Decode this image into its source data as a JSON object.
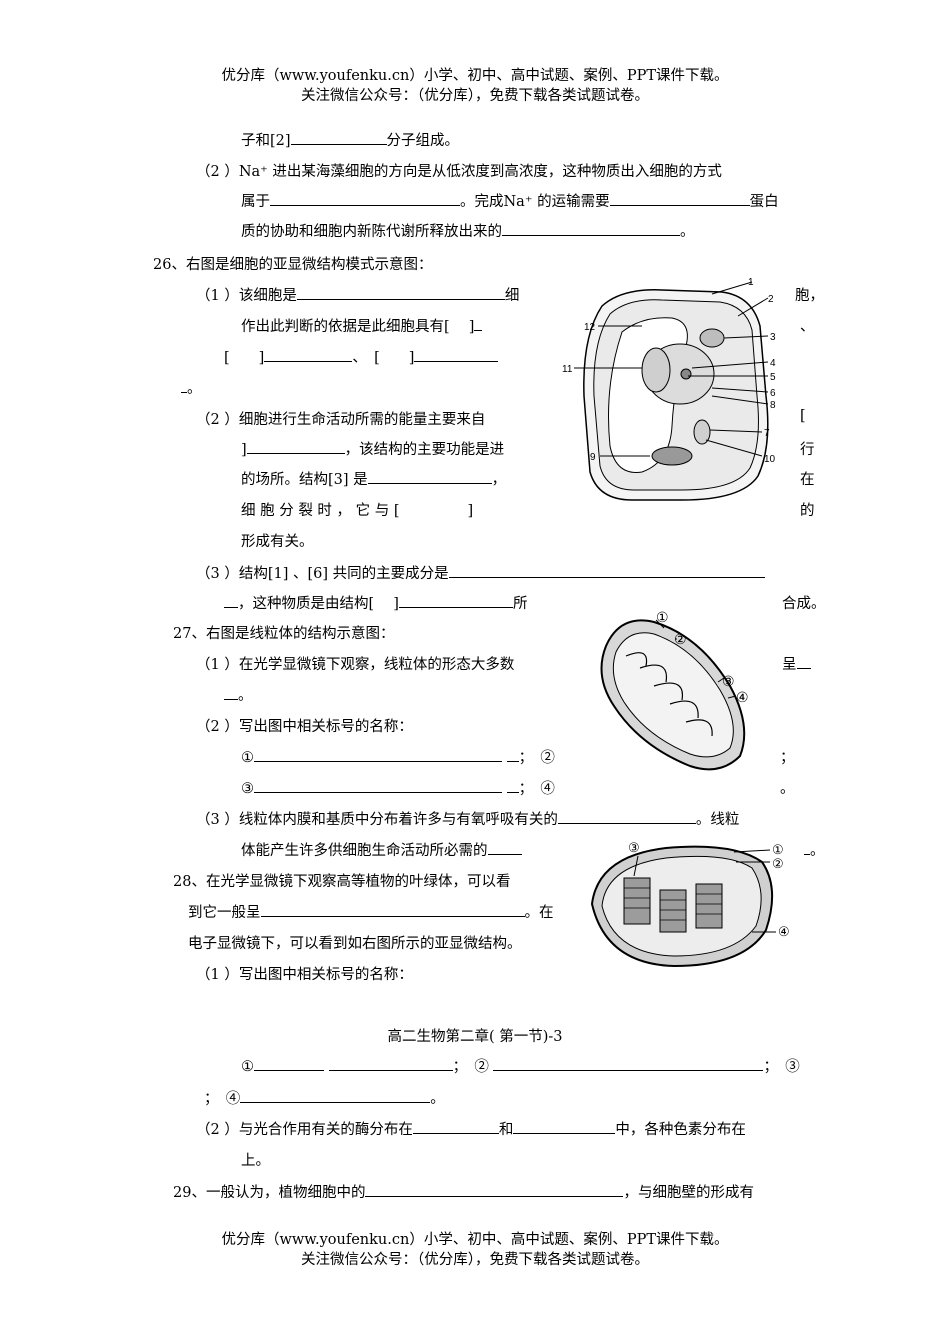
{
  "header": {
    "line1": "优分库（www.youfenku.cn）小学、初中、高中试题、案例、PPT课件下载。",
    "line2": "关注微信公众号：（优分库），免费下载各类试题试卷。"
  },
  "footer": {
    "line1": "优分库（www.youfenku.cn）小学、初中、高中试题、案例、PPT课件下载。",
    "line2": "关注微信公众号：（优分库），免费下载各类试题试卷。"
  },
  "page_label": "高二生物第二章( 第一节)-3",
  "q25": {
    "l0_a": "子和[2]",
    "l0_b": "分子组成。",
    "l1": "（2 ）Na⁺ 进出某海藻细胞的方向是从低浓度到高浓度，这种物质出入细胞的方式",
    "l2_a": "属于",
    "l2_b": "。完成Na⁺ 的运输需要",
    "l2_c": "蛋白",
    "l3_a": "质的协助和细胞内新陈代谢所释放出来的",
    "l3_b": "。"
  },
  "q26": {
    "title": "26、右图是细胞的亚显微结构模式示意图：",
    "p1_a": "（1 ）该细胞是",
    "p1_b": "细",
    "p1_c": "胞，",
    "p1_d": "作出此判断的依据是此细胞具有[　 ]",
    "p1_e": "、",
    "p1_f": "[　　]",
    "p1_g": "、　[　　]",
    "p1_h": "。",
    "p2_a": "（2 ）细胞进行生命活动所需的能量主要来自",
    "p2_b": "[",
    "p2_c": "]",
    "p2_d": "，该结构的主要功能是进",
    "p2_e": "行",
    "p2_f": "的场所。结构[3] 是",
    "p2_g": "，",
    "p2_h": "在",
    "p2_i": "细 胞 分 裂 时 ， 它 与 [",
    "p2_j": "]",
    "p2_k": "的",
    "p2_l": "形成有关。",
    "p3_a": "（3 ）结构[1] 、[6] 共同的主要成分是",
    "p3_b": "，这种物质是由结构[　 ]",
    "p3_c": "所",
    "p3_d": "合成。",
    "fig_labels": [
      "1",
      "2",
      "3",
      "4",
      "5",
      "6",
      "8",
      "7",
      "10",
      "9",
      "11",
      "12"
    ]
  },
  "q27": {
    "title": "27、右图是线粒体的结构示意图：",
    "p1_a": "（1 ）在光学显微镜下观察，线粒体的形态大多数",
    "p1_b": "呈",
    "p1_c": "。",
    "p2": "（2 ）写出图中相关标号的名称：",
    "n1": "①",
    "n2": "；　②",
    "n2e": "；",
    "n3": "③",
    "n4": "；　④",
    "n4e": "。",
    "p3_a": "（3 ）线粒体内膜和基质中分布着许多与有氧呼吸有关的",
    "p3_b": "。线粒",
    "p3_c": "体能产生许多供细胞生命活动所必需的",
    "p3_d": "。",
    "fig_labels": [
      "①",
      "②",
      "③",
      "④"
    ]
  },
  "q28": {
    "l1": "28、在光学显微镜下观察高等植物的叶绿体，可以看",
    "l2_a": "到它一般呈",
    "l2_b": "。在",
    "l3": "电子显微镜下，可以看到如右图所示的亚显微结构。",
    "l4": "（1 ）写出图中相关标号的名称：",
    "n1": "①",
    "n2": "；　②",
    "n3": "；　③",
    "n3b": "；　④",
    "n4e": "。",
    "p2_a": "（2 ）与光合作用有关的酶分布在",
    "p2_b": "和",
    "p2_c": "中，各种色素分布在",
    "p2_d": "上。",
    "fig_labels": [
      "③",
      "①",
      "②",
      "④"
    ]
  },
  "q29": {
    "a": "29、一般认为，植物细胞中的",
    "b": "，与细胞壁的形成有"
  }
}
